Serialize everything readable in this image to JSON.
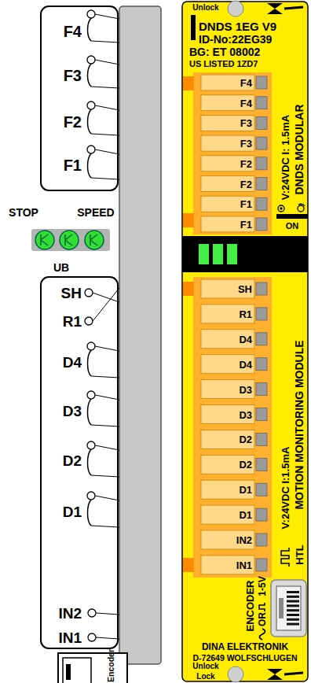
{
  "diagram": {
    "nodes": [
      {
        "text": [
          "F4",
          "F3",
          "F2",
          "F1"
        ]
      },
      {
        "text": [
          "SH",
          "R1",
          "D4",
          "D3",
          "D2",
          "D1",
          "IN2",
          "IN1"
        ]
      },
      {
        "text": [
          "Encoder"
        ]
      },
      {
        "text": [
          "DNDS 1EG V9",
          "ID-No:22EG39",
          "BG: ET 08002",
          "US LISTED 1ZD7",
          "DINA ELEKTRONIK",
          "D-72649 WOLFSCHLUGEN"
        ]
      },
      {
        "text": [
          "F4",
          "F4",
          "F3",
          "F3",
          "F2",
          "F2",
          "F1",
          "F1"
        ],
        "in": 3
      },
      {
        "text": [
          "SH",
          "R1",
          "D4",
          "D4",
          "D3",
          "D3",
          "D2",
          "D2",
          "D1",
          "D1",
          "IN2",
          "IN1"
        ],
        "in": 3
      }
    ],
    "labels": [
      "Unlock",
      "V:24VDC I: 1.5mA",
      "DNDS MODULAR",
      "ON",
      "V:24VDC I:1.5mA",
      "MOTION MONITORING MODULE",
      "HTL",
      "ENCODER",
      "1-5V",
      "OR",
      "Unlock",
      "Lock",
      "STOP",
      "SPEED",
      "UB"
    ]
  }
}
